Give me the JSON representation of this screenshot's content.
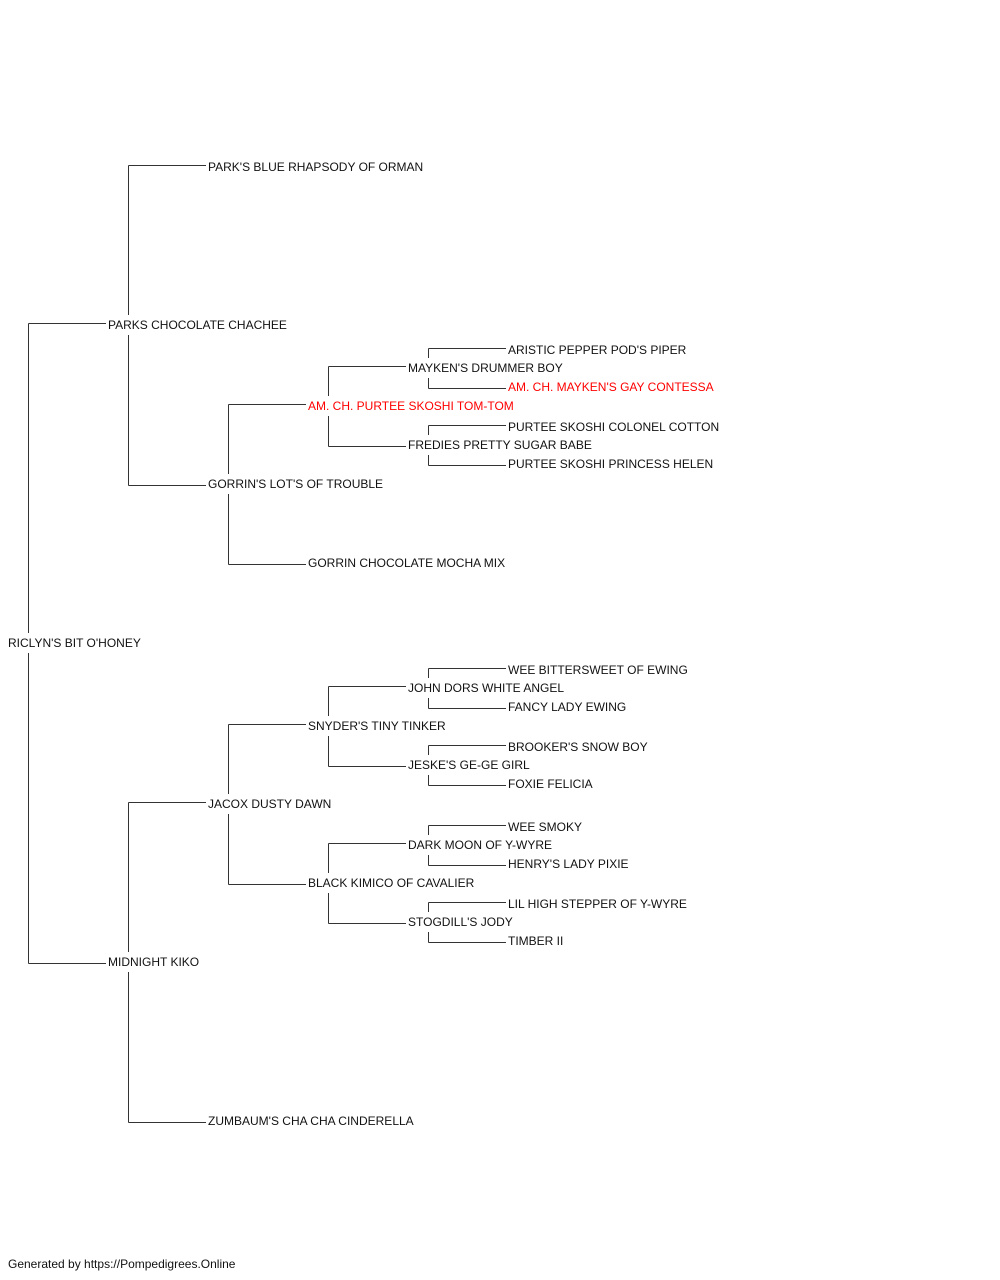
{
  "colors": {
    "text": "#111111",
    "titled": "#ff0000",
    "line": "#333333"
  },
  "pedigree": {
    "name": "RICLYN'S BIT O'HONEY",
    "sire": {
      "name": "PARKS CHOCOLATE CHACHEE",
      "sire": {
        "name": "PARK'S BLUE RHAPSODY OF ORMAN"
      },
      "dam": {
        "name": "GORRIN'S LOT'S OF TROUBLE",
        "sire": {
          "name": "AM. CH. PURTEE SKOSHI TOM-TOM",
          "titled": true,
          "sire": {
            "name": "MAYKEN'S DRUMMER BOY",
            "sire": {
              "name": "ARISTIC PEPPER POD'S PIPER"
            },
            "dam": {
              "name": "AM. CH. MAYKEN'S GAY CONTESSA",
              "titled": true
            }
          },
          "dam": {
            "name": "FREDIES PRETTY SUGAR BABE",
            "sire": {
              "name": "PURTEE SKOSHI COLONEL COTTON"
            },
            "dam": {
              "name": "PURTEE SKOSHI PRINCESS HELEN"
            }
          }
        },
        "dam": {
          "name": "GORRIN CHOCOLATE MOCHA MIX"
        }
      }
    },
    "dam": {
      "name": "MIDNIGHT KIKO",
      "sire": {
        "name": "JACOX DUSTY DAWN",
        "sire": {
          "name": "SNYDER'S TINY TINKER",
          "sire": {
            "name": "JOHN DORS WHITE ANGEL",
            "sire": {
              "name": "WEE BITTERSWEET OF EWING"
            },
            "dam": {
              "name": "FANCY LADY EWING"
            }
          },
          "dam": {
            "name": "JESKE'S GE-GE GIRL",
            "sire": {
              "name": "BROOKER'S SNOW BOY"
            },
            "dam": {
              "name": "FOXIE FELICIA"
            }
          }
        },
        "dam": {
          "name": "BLACK KIMICO OF CAVALIER",
          "sire": {
            "name": "DARK MOON OF Y-WYRE",
            "sire": {
              "name": "WEE SMOKY"
            },
            "dam": {
              "name": "HENRY'S LADY PIXIE"
            }
          },
          "dam": {
            "name": "STOGDILL'S JODY",
            "sire": {
              "name": "LIL HIGH STEPPER OF Y-WYRE"
            },
            "dam": {
              "name": "TIMBER II"
            }
          }
        }
      },
      "dam": {
        "name": "ZUMBAUM'S CHA CHA CINDERELLA"
      }
    }
  },
  "footer": "Generated by https://Pompedigrees.Online"
}
